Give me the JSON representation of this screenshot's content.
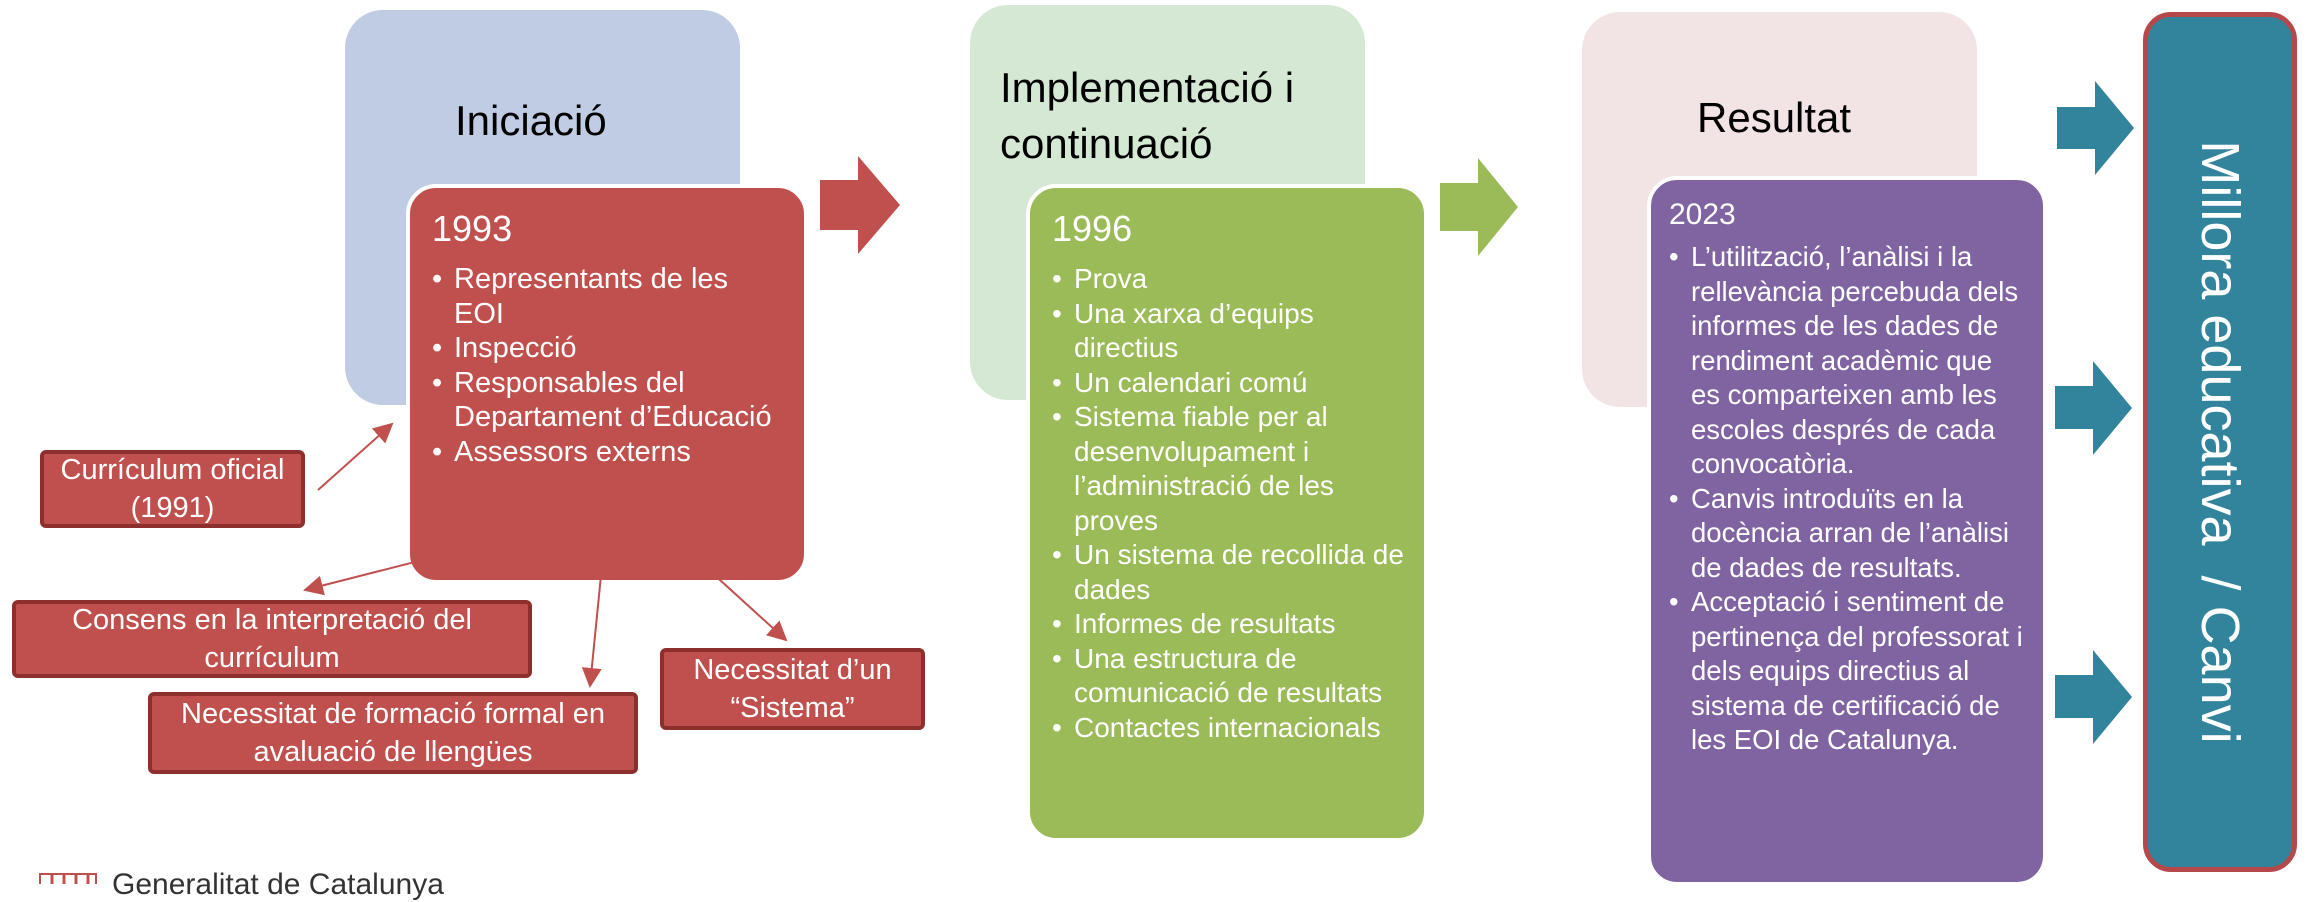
{
  "stages": [
    {
      "title": "Iniciació",
      "year": "1993",
      "items": [
        "Representants de les EOI",
        "Inspecció",
        "Responsables del Departament d’Educació",
        "Assessors externs"
      ]
    },
    {
      "title": "Implementació i continuació",
      "year": "1996",
      "items": [
        "Prova",
        "Una xarxa d’equips directius",
        "Un calendari comú",
        "Sistema fiable per al desenvolupament i l’administració de les proves",
        "Un sistema de recollida de dades",
        "Informes de resultats",
        "Una estructura de comunicació de resultats",
        "Contactes internacionals"
      ]
    },
    {
      "title": "Resultat",
      "year": "2023",
      "items": [
        "L’utilització, l’anàlisi i la rellevància percebuda dels informes de les dades de rendiment acadèmic que es comparteixen amb les escoles després de cada convocatòria.",
        "Canvis introduïts en la docència arran de l’anàlisi de dades de resultats.",
        "Acceptació i sentiment de pertinença del professorat i dels equips directius al sistema de certificació de les EOI de Catalunya."
      ]
    }
  ],
  "notes": {
    "curriculum": "Currículum oficial (1991)",
    "consens": "Consens en la interpretació del currículum",
    "formacio": "Necessitat de formació formal en avaluació de llengües",
    "sistema": "Necessitat d’un “Sistema”"
  },
  "outcome": "Millora educativa  / Canvi",
  "footer": {
    "org": "Generalitat de Catalunya"
  },
  "colors": {
    "stage1_back": "#c0cce3",
    "stage1_front": "#c0504d",
    "stage2_back": "#d5e8d4",
    "stage2_front": "#9bbb59",
    "stage3_back": "#f2e4e4",
    "stage3_front": "#8064a2",
    "teal": "#31849b",
    "red_arrow": "#c0504d",
    "green_arrow": "#9bbb59"
  }
}
